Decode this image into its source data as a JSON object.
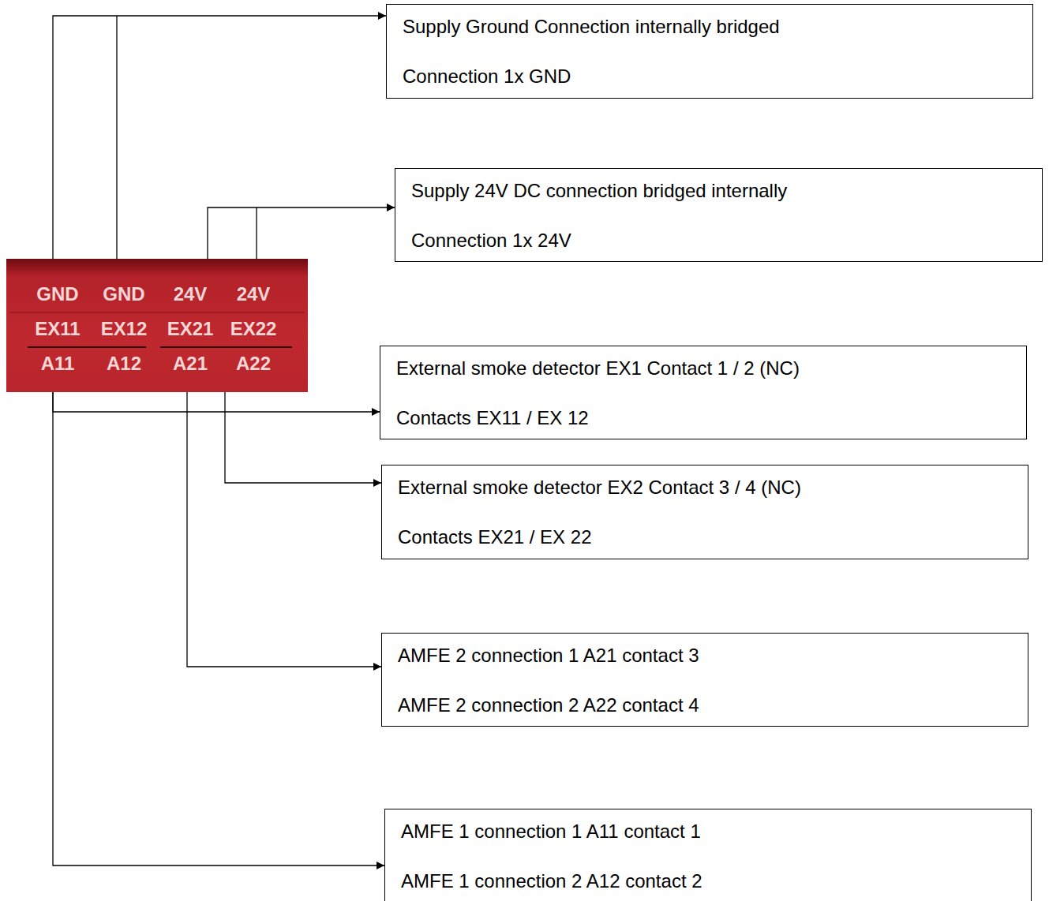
{
  "diagram": {
    "nodes": [
      {
        "text": [
          "GND",
          "GND",
          "24V",
          "24V",
          "EX11",
          "EX12",
          "EX21",
          "EX22",
          "A11",
          "A12",
          "A21",
          "A22"
        ]
      },
      {
        "text": [
          "Supply Ground Connection internally bridged",
          "Connection 1x GND"
        ]
      },
      {
        "text": [
          "Supply 24V DC connection bridged internally",
          "Connection 1x 24V"
        ]
      },
      {
        "text": [
          "External smoke detector EX1 Contact 1 / 2 (NC)",
          "Contacts EX11 / EX 12"
        ]
      },
      {
        "text": [
          "External smoke detector EX2 Contact 3 / 4 (NC)",
          "Contacts EX21 / EX 22"
        ]
      },
      {
        "text": [
          "AMFE 2 connection 1 A21 contact 3",
          "AMFE 2 connection 2 A22 contact 4"
        ]
      },
      {
        "text": [
          "AMFE 1 connection 1 A11 contact 1",
          "AMFE 1 connection 2 A12 contact 2"
        ]
      }
    ],
    "edges": [
      {
        "from": 0,
        "to": 1,
        "arrow": "to"
      },
      {
        "from": 0,
        "to": 2,
        "arrow": "to"
      },
      {
        "from": 0,
        "to": 3,
        "arrow": "to"
      },
      {
        "from": 0,
        "to": 4,
        "arrow": "to"
      },
      {
        "from": 0,
        "to": 5,
        "arrow": "to"
      },
      {
        "from": 0,
        "to": 6,
        "arrow": "to"
      }
    ]
  }
}
